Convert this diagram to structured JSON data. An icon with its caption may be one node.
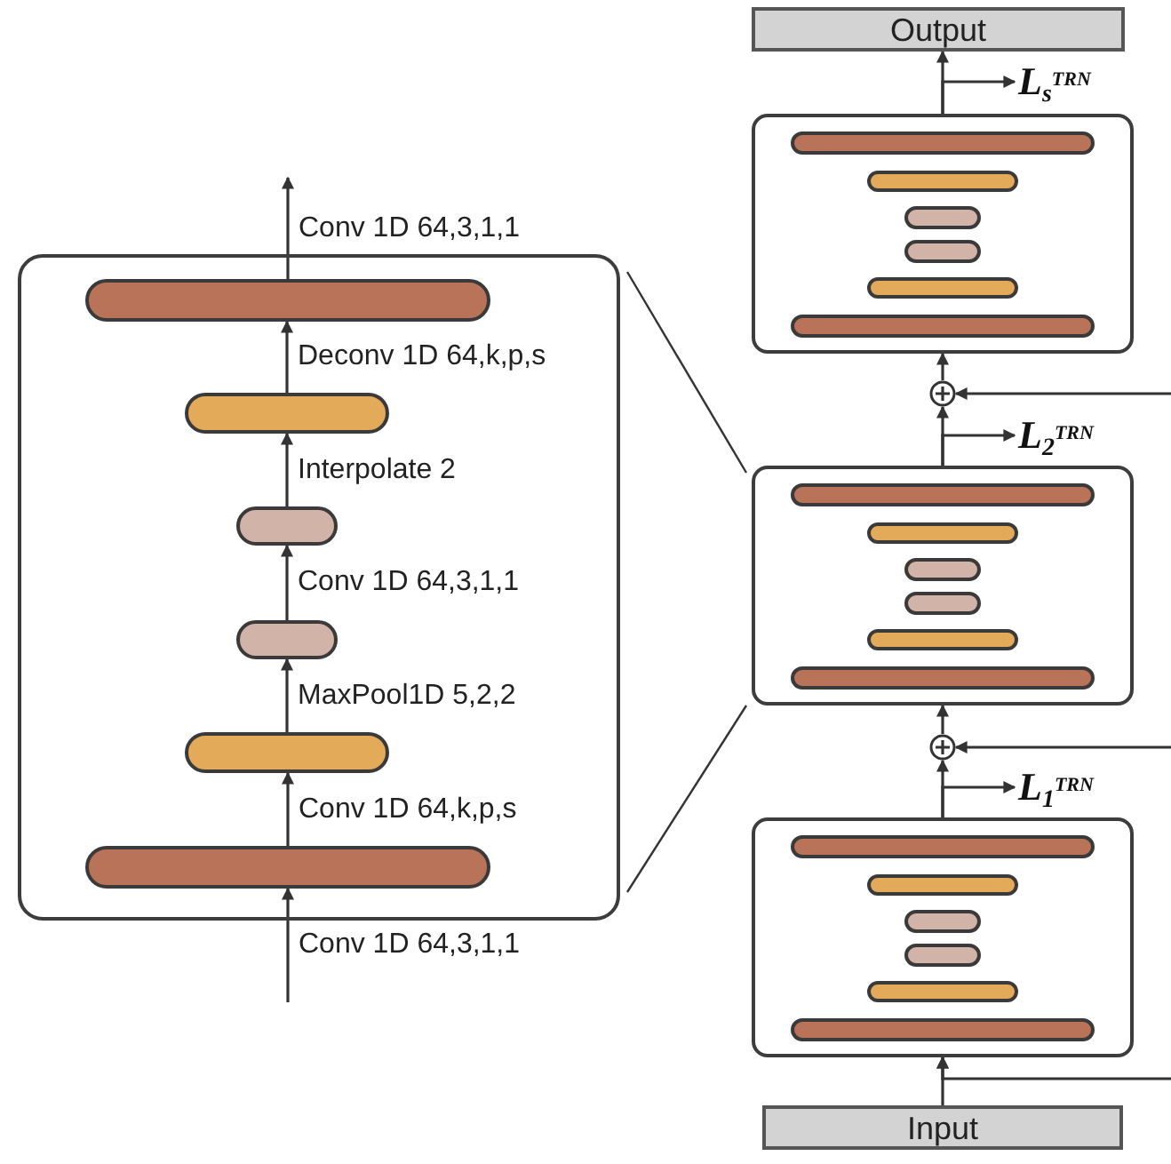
{
  "diagram": {
    "nodes": [
      {
        "text": [],
        "shape": "box"
      },
      {
        "text": [],
        "shape": "bar",
        "in": 0
      },
      {
        "text": [],
        "shape": "bar",
        "in": 0
      },
      {
        "text": [],
        "shape": "bar",
        "in": 0
      },
      {
        "text": [],
        "shape": "bar",
        "in": 0
      },
      {
        "text": [],
        "shape": "bar",
        "in": 0
      },
      {
        "text": [],
        "shape": "bar",
        "in": 0
      },
      {
        "text": [
          "Output"
        ]
      },
      {
        "text": [
          "L$_{s}$$^{TRN}$"
        ]
      },
      {
        "text": [],
        "shape": "box"
      },
      {
        "text": [],
        "shape": "bar",
        "in": 9
      },
      {
        "text": [],
        "shape": "bar",
        "in": 9
      },
      {
        "text": [],
        "shape": "bar",
        "in": 9
      },
      {
        "text": [],
        "shape": "bar",
        "in": 9
      },
      {
        "text": [],
        "shape": "bar",
        "in": 9
      },
      {
        "text": [],
        "shape": "bar",
        "in": 9
      },
      {
        "text": [],
        "shape": "circle"
      },
      {
        "text": [
          "L$_{2}$$^{TRN}$"
        ]
      },
      {
        "text": [],
        "shape": "box"
      },
      {
        "text": [],
        "shape": "bar",
        "in": 18
      },
      {
        "text": [],
        "shape": "bar",
        "in": 18
      },
      {
        "text": [],
        "shape": "bar",
        "in": 18
      },
      {
        "text": [],
        "shape": "bar",
        "in": 18
      },
      {
        "text": [],
        "shape": "bar",
        "in": 18
      },
      {
        "text": [],
        "shape": "bar",
        "in": 18
      },
      {
        "text": [],
        "shape": "circle"
      },
      {
        "text": [
          "L$_{1}$$^{TRN}$"
        ]
      },
      {
        "text": [],
        "shape": "box"
      },
      {
        "text": [],
        "shape": "bar",
        "in": 27
      },
      {
        "text": [],
        "shape": "bar",
        "in": 27
      },
      {
        "text": [],
        "shape": "bar",
        "in": 27
      },
      {
        "text": [],
        "shape": "bar",
        "in": 27
      },
      {
        "text": [],
        "shape": "bar",
        "in": 27
      },
      {
        "text": [],
        "shape": "bar",
        "in": 27
      },
      {
        "text": [
          "Input"
        ]
      }
    ],
    "edges": [
      {
        "from": null,
        "to": 6,
        "arrow": "to",
        "label": "Conv 1D 64,3,1,1"
      },
      {
        "from": 6,
        "to": 5,
        "arrow": "to",
        "label": "Conv 1D 64,k,p,s"
      },
      {
        "from": 5,
        "to": 4,
        "arrow": "to",
        "label": "MaxPool1D 5,2,2"
      },
      {
        "from": 4,
        "to": 3,
        "arrow": "to",
        "label": "Conv 1D 64,3,1,1"
      },
      {
        "from": 3,
        "to": 2,
        "arrow": "to",
        "label": "Interpolate 2"
      },
      {
        "from": 2,
        "to": 1,
        "arrow": "to",
        "label": "Deconv 1D 64,k,p,s"
      },
      {
        "from": 1,
        "to": null,
        "arrow": "to",
        "label": "Conv 1D 64,3,1,1"
      },
      {
        "from": 0,
        "to": 18,
        "arrow": "none"
      },
      {
        "from": 0,
        "to": 18,
        "arrow": "none"
      },
      {
        "from": 34,
        "to": 27,
        "arrow": "to"
      },
      {
        "from": null,
        "to": 27,
        "arrow": "to"
      },
      {
        "from": 27,
        "to": 25,
        "arrow": "to"
      },
      {
        "from": 27,
        "to": 26,
        "arrow": "to"
      },
      {
        "from": null,
        "to": 25,
        "arrow": "to"
      },
      {
        "from": 25,
        "to": 18,
        "arrow": "to"
      },
      {
        "from": 18,
        "to": 16,
        "arrow": "to"
      },
      {
        "from": 18,
        "to": 17,
        "arrow": "to"
      },
      {
        "from": null,
        "to": 16,
        "arrow": "to"
      },
      {
        "from": 16,
        "to": 9,
        "arrow": "to"
      },
      {
        "from": 9,
        "to": 7,
        "arrow": "to"
      },
      {
        "from": 9,
        "to": 8,
        "arrow": "to"
      }
    ]
  }
}
